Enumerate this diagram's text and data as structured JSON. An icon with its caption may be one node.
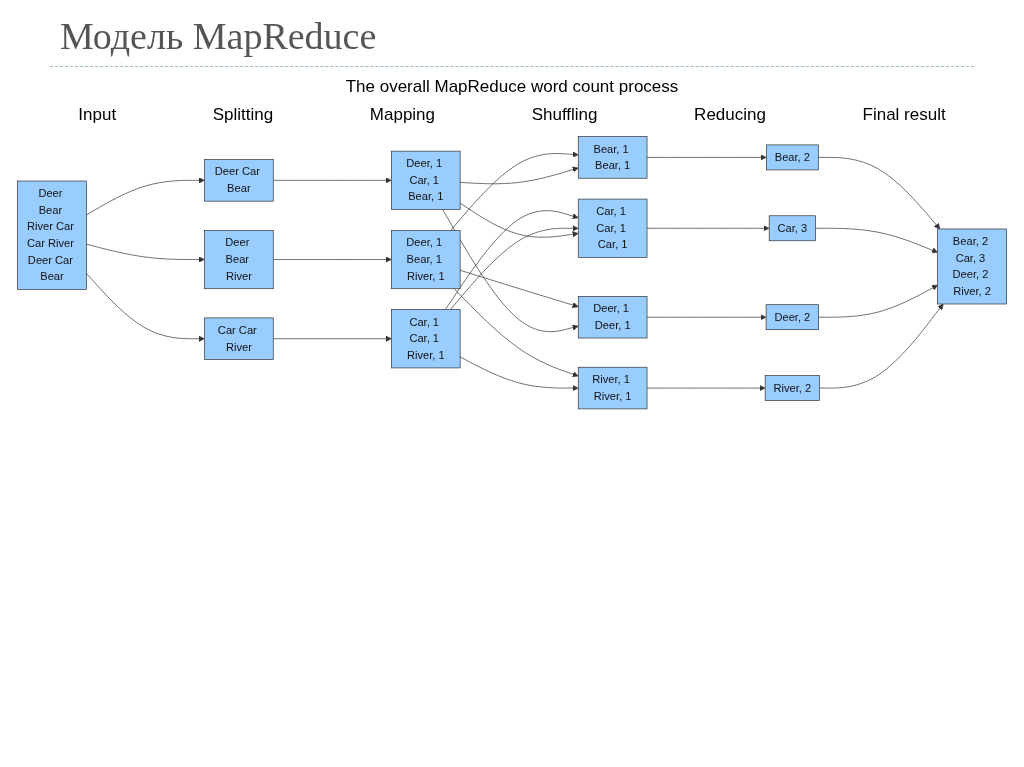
{
  "diagram": {
    "title": "Модель MapReduce",
    "nodes": [
      {
        "text": [
          "Deer Bear River Car Car River Deer Car Bear"
        ]
      },
      {
        "text": [
          "Deer Bear River"
        ]
      },
      {
        "text": [
          "Car Car River"
        ]
      },
      {
        "text": [
          "Deer Car Bear"
        ]
      },
      {
        "text": [
          "Deer, 1 Bear, 1 River, 1"
        ]
      },
      {
        "text": [
          "Car, 1 Car, 1 River, 1"
        ]
      },
      {
        "text": [
          "Deer, 1 Car, 1 Bear, 1"
        ]
      },
      {
        "text": [
          "Bear, 1 Bear, 1"
        ]
      },
      {
        "text": [
          "Car, 1 Car, 1 Car, 1"
        ]
      },
      {
        "text": [
          "Deer, 1 Deer, 1"
        ]
      },
      {
        "text": [
          "River, 1 River, 1"
        ]
      },
      {
        "text": [
          "Bear, 2"
        ]
      },
      {
        "text": [
          "Car, 3"
        ]
      },
      {
        "text": [
          "Deer, 2"
        ]
      },
      {
        "text": [
          "River, 2"
        ]
      },
      {
        "text": [
          "Bear, 2 Car, 3 Deer, 2 River, 2"
        ]
      }
    ],
    "edges": [
      {
        "from": 0,
        "to": 1,
        "arrow": "to"
      },
      {
        "from": 0,
        "to": 2,
        "arrow": "to"
      },
      {
        "from": 0,
        "to": 3,
        "arrow": "to"
      },
      {
        "from": 1,
        "to": 4,
        "arrow": "to"
      },
      {
        "from": 2,
        "to": 5,
        "arrow": "to"
      },
      {
        "from": 3,
        "to": 6,
        "arrow": "to"
      },
      {
        "from": 4,
        "to": 7,
        "arrow": "to"
      },
      {
        "from": 4,
        "to": 9,
        "arrow": "to"
      },
      {
        "from": 4,
        "to": 10,
        "arrow": "to"
      },
      {
        "from": 5,
        "to": 8,
        "arrow": "to"
      },
      {
        "from": 5,
        "to": 8,
        "arrow": "to"
      },
      {
        "from": 5,
        "to": 10,
        "arrow": "to"
      },
      {
        "from": 6,
        "to": 7,
        "arrow": "to"
      },
      {
        "from": 6,
        "to": 8,
        "arrow": "to"
      },
      {
        "from": 6,
        "to": 9,
        "arrow": "to"
      },
      {
        "from": 7,
        "to": 11,
        "arrow": "to"
      },
      {
        "from": 8,
        "to": 12,
        "arrow": "to"
      },
      {
        "from": 9,
        "to": 13,
        "arrow": "to"
      },
      {
        "from": 10,
        "to": 14,
        "arrow": "to"
      },
      {
        "from": 11,
        "to": 15,
        "arrow": "to"
      },
      {
        "from": 12,
        "to": 15,
        "arrow": "to"
      },
      {
        "from": 13,
        "to": 15,
        "arrow": "to"
      },
      {
        "from": 14,
        "to": 15,
        "arrow": "to"
      }
    ],
    "labels": [
      "The overall MapReduce word count process",
      "Input",
      "Splitting",
      "Mapping",
      "Shuffling",
      "Reducing",
      "Final result"
    ]
  }
}
